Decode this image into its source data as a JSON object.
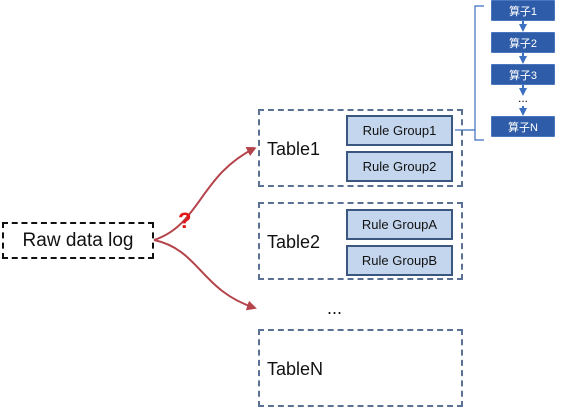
{
  "source": {
    "label": "Raw data log"
  },
  "question_mark": "?",
  "tables": [
    {
      "label": "Table1",
      "rule_groups": [
        "Rule Group1",
        "Rule Group2"
      ]
    },
    {
      "label": "Table2",
      "rule_groups": [
        "Rule GroupA",
        "Rule GroupB"
      ]
    },
    {
      "label": "TableN",
      "rule_groups": []
    }
  ],
  "tables_ellipsis": "...",
  "operators": {
    "items": [
      "算子1",
      "算子2",
      "算子3"
    ],
    "ellipsis": "...",
    "last": "算子N"
  },
  "colors": {
    "arrow": "#b4434b",
    "question": "#e21616",
    "table_border": "#5b7193",
    "rule_fill": "#c4d6ee",
    "operator_fill": "#2f5ca8"
  }
}
